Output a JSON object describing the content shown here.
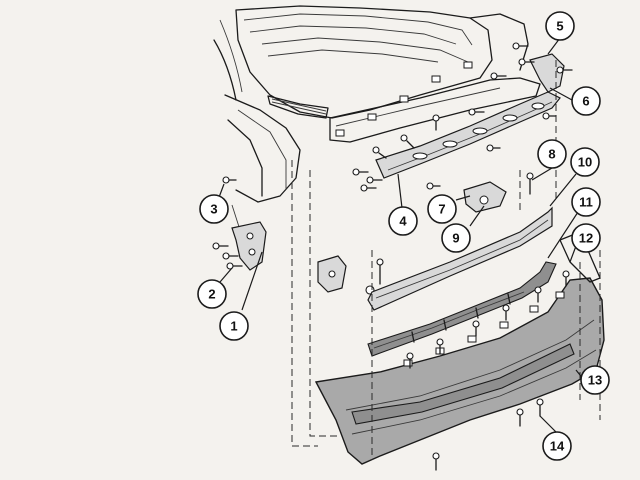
{
  "callouts": [
    {
      "label": "1"
    },
    {
      "label": "2"
    },
    {
      "label": "3"
    },
    {
      "label": "4"
    },
    {
      "label": "5"
    },
    {
      "label": "6"
    },
    {
      "label": "7"
    },
    {
      "label": "8"
    },
    {
      "label": "9"
    },
    {
      "label": "10"
    },
    {
      "label": "11"
    },
    {
      "label": "12"
    },
    {
      "label": "13"
    },
    {
      "label": "14"
    }
  ]
}
